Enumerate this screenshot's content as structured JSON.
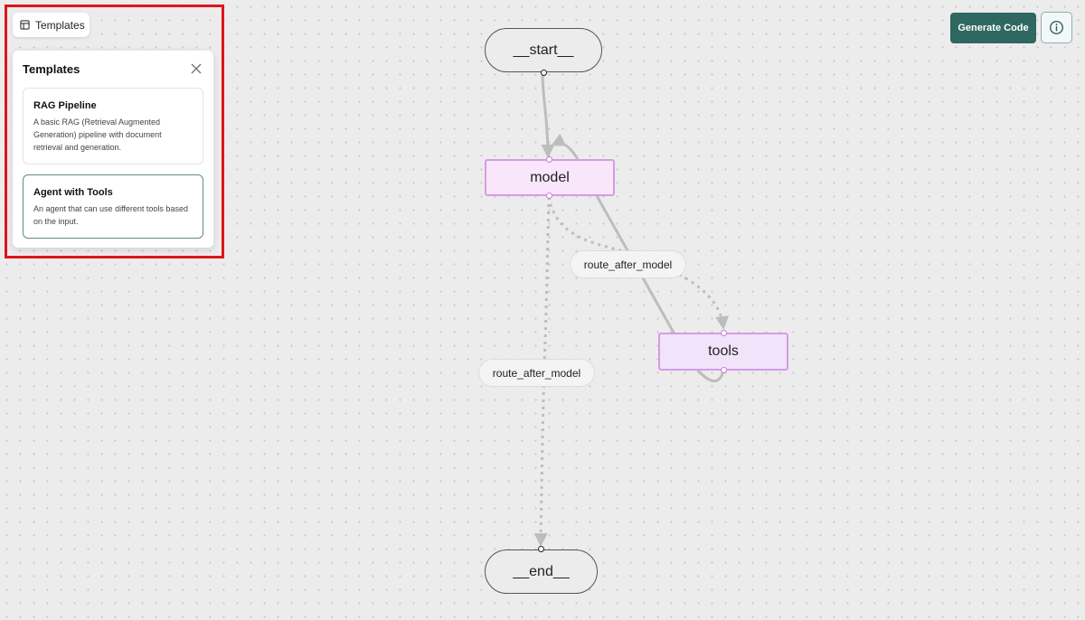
{
  "templates_toggle": {
    "label": "Templates",
    "icon": "layout-icon"
  },
  "templates_panel": {
    "title": "Templates",
    "close_icon": "close-icon",
    "items": [
      {
        "title": "RAG Pipeline",
        "description": "A basic RAG (Retrieval Augmented Generation) pipeline with document retrieval and generation."
      },
      {
        "title": "Agent with Tools",
        "description": "An agent that can use different tools based on the input."
      }
    ]
  },
  "toolbar": {
    "generate_label": "Generate Code",
    "info_icon": "info-icon"
  },
  "graph": {
    "nodes": {
      "start": "__start__",
      "model": "model",
      "tools": "tools",
      "end": "__end__"
    },
    "edge_labels": {
      "model_to_tools": "route_after_model",
      "model_to_end": "route_after_model"
    }
  },
  "colors": {
    "accent": "#2f6861",
    "highlight": "#e0141b",
    "model_fill": "#f9e6fa",
    "tools_fill": "#f1e4fa",
    "node_border": "#d79be6",
    "edge": "#bdbdbd"
  }
}
